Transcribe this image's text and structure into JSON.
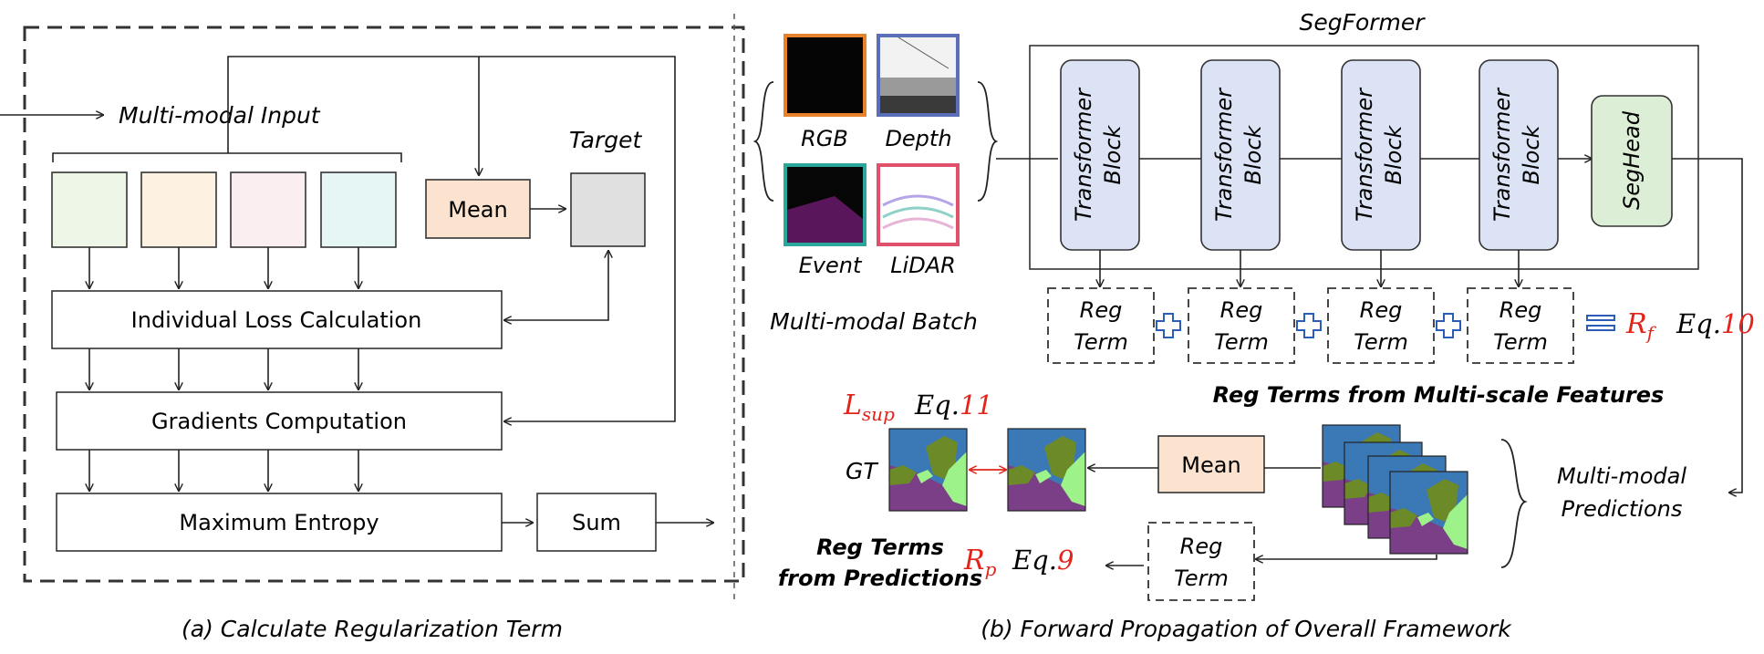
{
  "panel_a": {
    "input_label": "Multi-modal Input",
    "target_label": "Target",
    "mean_label": "Mean",
    "individual_loss_label": "Individual Loss Calculation",
    "gradients_label": "Gradients Computation",
    "max_entropy_label": "Maximum Entropy",
    "sum_label": "Sum",
    "caption": "(a) Calculate Regularization Term",
    "modality_colors": [
      "#eef6e8",
      "#fdf2e2",
      "#fbeef0",
      "#e6f6f4"
    ]
  },
  "panel_b": {
    "segformer_label": "SegFormer",
    "modalities": [
      {
        "name": "RGB",
        "color": "#e8822a"
      },
      {
        "name": "Depth",
        "color": "#5b6fb8"
      },
      {
        "name": "Event",
        "color": "#2aa79b"
      },
      {
        "name": "LiDAR",
        "color": "#e0506a"
      }
    ],
    "batch_label": "Multi-modal Batch",
    "block_line1": "Transformer",
    "block_line2": "Block",
    "seghead_label": "SegHead",
    "reg_line1": "Reg",
    "reg_line2": "Term",
    "rf_symbol": "R",
    "rf_sub": "f",
    "rf_eq": "Eq.",
    "rf_num": "10",
    "multiscale_caption": "Reg Terms from Multi-scale Features",
    "lsup_symbol": "L",
    "lsup_sub": "sup",
    "lsup_eq": "Eq.",
    "lsup_num": "11",
    "gt_label": "GT",
    "mean_label": "Mean",
    "predictions_line1": "Multi-modal",
    "predictions_line2": "Predictions",
    "pred_caption_line1": "Reg Terms",
    "pred_caption_line2": "from Predictions",
    "rp_symbol": "R",
    "rp_sub": "p",
    "rp_eq": "Eq.",
    "rp_num": "9",
    "caption": "(b) Forward Propagation of Overall Framework"
  },
  "colors": {
    "block_fill": "#dbe3f5",
    "seghead_fill": "#dcefd6",
    "mean_fill": "#fbe3d0",
    "target_fill": "#e0e0e0",
    "equation_red": "#e3241b",
    "plus_blue": "#2a5cb8",
    "seg_blue": "#3b78b6",
    "seg_olive": "#6d8a28",
    "seg_green": "#9ef28a",
    "seg_purple": "#7a3f86"
  }
}
